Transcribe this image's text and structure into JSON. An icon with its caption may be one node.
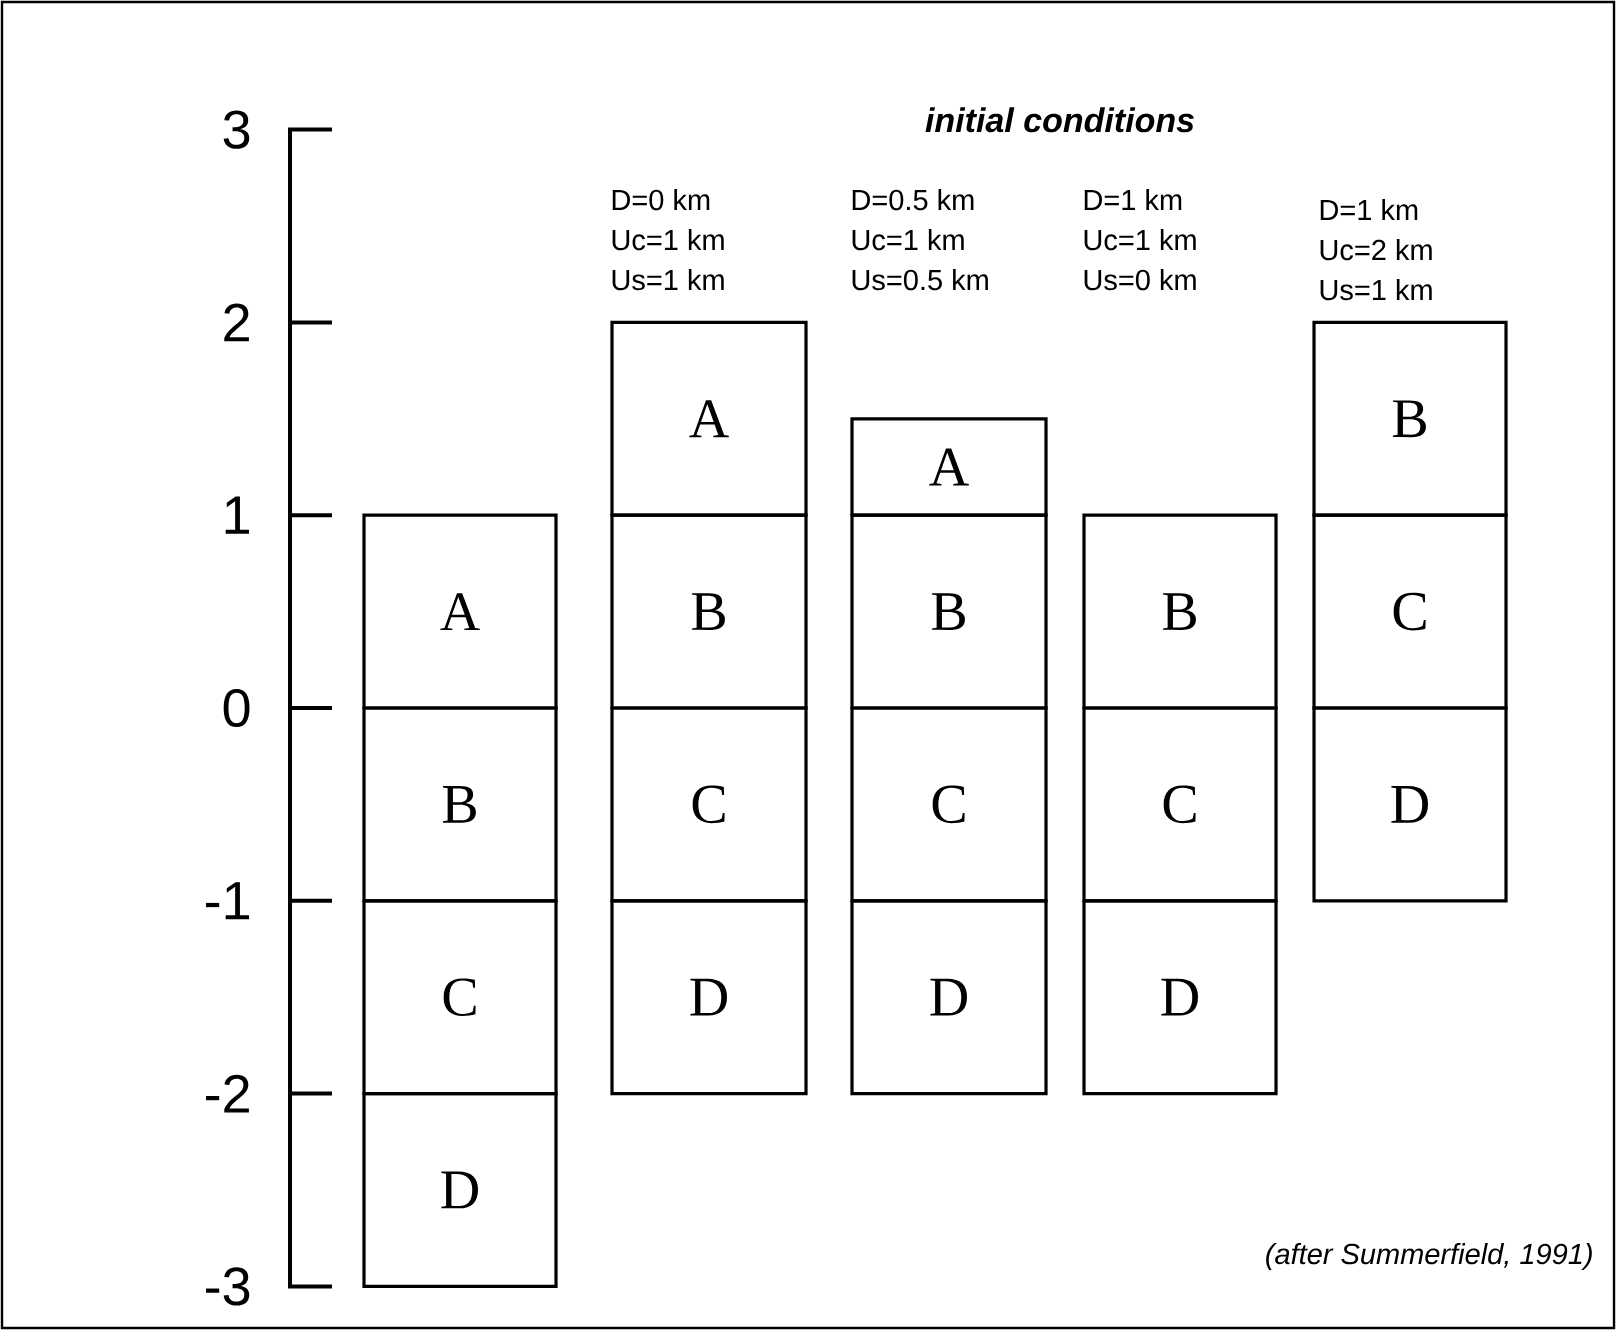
{
  "diagram": {
    "title": "initial conditions",
    "caption": "(after Summerfield, 1991)",
    "nodes": [
      {
        "text": [
          "A"
        ]
      },
      {
        "text": [
          "B"
        ]
      },
      {
        "text": [
          "C"
        ]
      },
      {
        "text": [
          "D"
        ]
      },
      {
        "text": [
          "A"
        ]
      },
      {
        "text": [
          "B"
        ]
      },
      {
        "text": [
          "C"
        ]
      },
      {
        "text": [
          "D"
        ]
      },
      {
        "text": [
          "A"
        ]
      },
      {
        "text": [
          "B"
        ]
      },
      {
        "text": [
          "C"
        ]
      },
      {
        "text": [
          "D"
        ]
      },
      {
        "text": [
          "B"
        ]
      },
      {
        "text": [
          "C"
        ]
      },
      {
        "text": [
          "D"
        ]
      },
      {
        "text": [
          "B"
        ]
      },
      {
        "text": [
          "C"
        ]
      },
      {
        "text": [
          "D"
        ]
      }
    ],
    "labels": [
      "3",
      "2",
      "1",
      "0",
      "-1",
      "-2",
      "-3",
      "D=0 km",
      "Uc=1 km",
      "Us=1 km",
      "D=0.5 km",
      "Uc=1 km",
      "Us=0.5 km",
      "D=1 km",
      "Uc=1 km",
      "Us=0 km",
      "D=1 km",
      "Uc=2 km",
      "Us=1 km"
    ]
  }
}
